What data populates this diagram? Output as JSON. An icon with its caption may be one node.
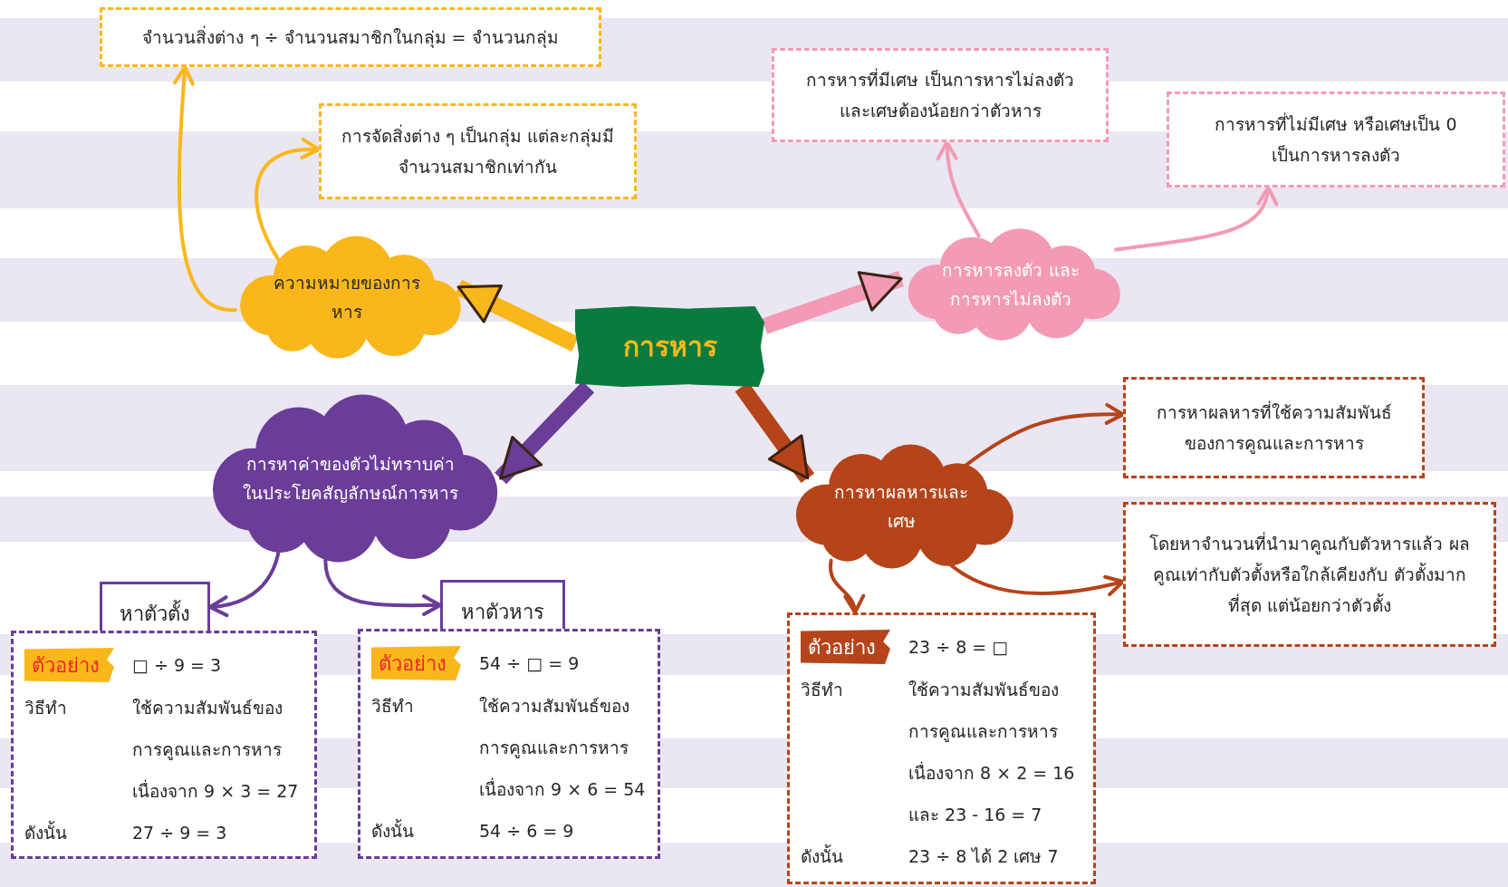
{
  "diagram": {
    "nodes": [
      {
        "text": [
          "การหาร"
        ]
      },
      {
        "text": [
          "ความหมายของการหาร"
        ]
      },
      {
        "text": [
          "จำนวนสิ่งต่าง ๆ ÷ จำนวนสมาชิกในกลุ่ม = จำนวนกลุ่ม"
        ]
      },
      {
        "text": [
          "การจัดสิ่งต่าง ๆ เป็นกลุ่ม แต่ละกลุ่มมีจำนวนสมาชิกเท่ากัน"
        ]
      },
      {
        "text": [
          "การหารลงตัว และการหารไม่ลงตัว"
        ]
      },
      {
        "text": [
          "การหารที่มีเศษ เป็นการหารไม่ลงตัว และเศษต้องน้อยกว่าตัวหาร"
        ]
      },
      {
        "text": [
          "การหารที่ไม่มีเศษ หรือเศษเป็น 0 เป็นการหารลงตัว"
        ]
      },
      {
        "text": [
          "การหาค่าของตัวไม่ทราบค่า ในประโยคสัญลักษณ์การหาร"
        ]
      },
      {
        "text": [
          "หาตัวตั้ง"
        ]
      },
      {
        "text": [
          "□ ÷ 9 = 3",
          "วิธีทำ",
          "ใช้ความสัมพันธ์ของ",
          "การคูณและการหาร",
          "เนื่องจาก 9 × 3 = 27",
          "ดังนั้น",
          "27 ÷ 9 = 3"
        ]
      },
      {
        "text": [
          "ตัวอย่าง"
        ],
        "in": 9
      },
      {
        "text": [
          "หาตัวหาร"
        ]
      },
      {
        "text": [
          "54 ÷ □ = 9",
          "วิธีทำ",
          "ใช้ความสัมพันธ์ของ",
          "การคูณและการหาร",
          "เนื่องจาก 9 × 6 = 54",
          "ดังนั้น",
          "54 ÷ 6 = 9"
        ]
      },
      {
        "text": [
          "ตัวอย่าง"
        ],
        "in": 12
      },
      {
        "text": [
          "การหาผลหารและเศษ"
        ]
      },
      {
        "text": [
          "การหาผลหารที่ใช้ความสัมพันธ์ ของการคูณและการหาร"
        ]
      },
      {
        "text": [
          "โดยหาจำนวนที่นำมาคูณกับตัวหารแล้ว ผลคูณเท่ากับตัวตั้งหรือใกล้เคียงกับ ตัวตั้งมากที่สุด แต่น้อยกว่าตัวตั้ง"
        ]
      },
      {
        "text": [
          "23 ÷ 8 = □",
          "วิธีทำ",
          "ใช้ความสัมพันธ์ของ",
          "การคูณและการหาร",
          "เนื่องจาก 8 × 2 = 16",
          "และ 23 - 16 = 7",
          "ดังนั้น",
          "23 ÷ 8 ได้ 2 เศษ 7"
        ]
      },
      {
        "text": [
          "ตัวอย่าง"
        ],
        "in": 17
      }
    ],
    "edges": [
      {
        "from": 0,
        "to": 1,
        "arrow": "to",
        "style": "thick",
        "color": "#f9b71b"
      },
      {
        "from": 0,
        "to": 4,
        "arrow": "to",
        "style": "thick",
        "color": "#f39bb4"
      },
      {
        "from": 0,
        "to": 7,
        "arrow": "to",
        "style": "thick",
        "color": "#6a3d98"
      },
      {
        "from": 0,
        "to": 14,
        "arrow": "to",
        "style": "thick",
        "color": "#b5441a"
      },
      {
        "from": 1,
        "to": 2,
        "arrow": "to",
        "color": "#f9b71b"
      },
      {
        "from": 1,
        "to": 3,
        "arrow": "to",
        "color": "#f9b71b"
      },
      {
        "from": 4,
        "to": 5,
        "arrow": "to",
        "color": "#f39bb4"
      },
      {
        "from": 4,
        "to": 6,
        "arrow": "to",
        "color": "#f39bb4"
      },
      {
        "from": 7,
        "to": 8,
        "arrow": "to",
        "color": "#6a3d98"
      },
      {
        "from": 7,
        "to": 11,
        "arrow": "to",
        "color": "#6a3d98"
      },
      {
        "from": 14,
        "to": 15,
        "arrow": "to",
        "color": "#b5441a"
      },
      {
        "from": 14,
        "to": 16,
        "arrow": "to",
        "color": "#b5441a"
      },
      {
        "from": 14,
        "to": 17,
        "arrow": "to",
        "color": "#b5441a"
      }
    ]
  }
}
